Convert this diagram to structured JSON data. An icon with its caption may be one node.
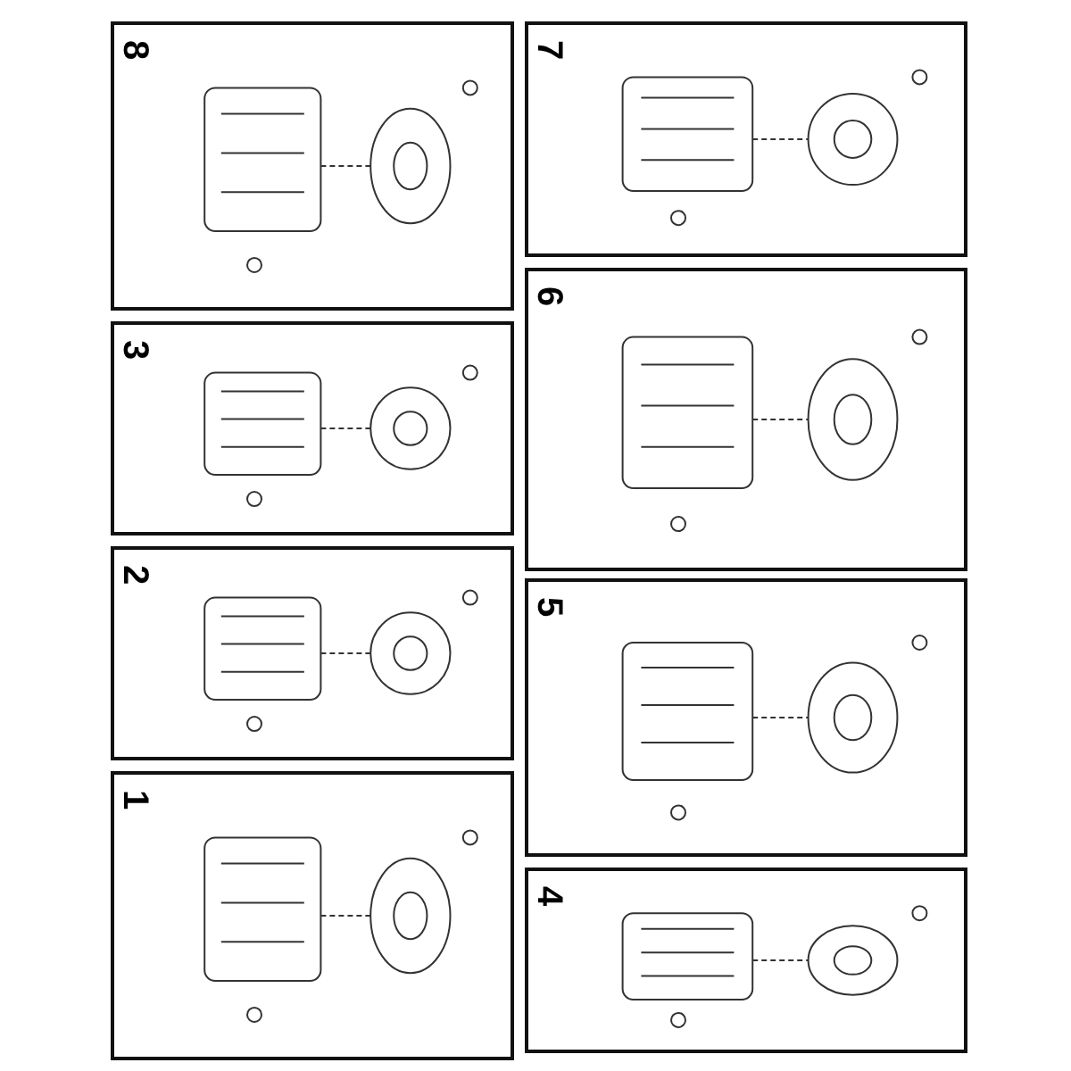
{
  "diagram": {
    "nodes": [
      {
        "text": [
          "8"
        ]
      },
      {
        "text": [
          "3"
        ]
      },
      {
        "text": [
          "2"
        ]
      },
      {
        "text": [
          "1"
        ]
      },
      {
        "text": [
          "7"
        ]
      },
      {
        "text": [
          "6"
        ]
      },
      {
        "text": [
          "5"
        ]
      },
      {
        "text": [
          "4"
        ]
      }
    ]
  }
}
